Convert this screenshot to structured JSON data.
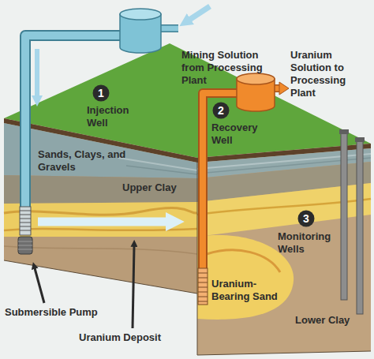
{
  "diagram": {
    "nodes": [
      {
        "text": [
          "1"
        ]
      },
      {
        "text": [
          "2"
        ]
      },
      {
        "text": [
          "3"
        ]
      }
    ],
    "labels": [
      "Mining Solution from Processing Plant",
      "Uranium Solution to Processing Plant",
      "Injection Well",
      "Recovery Well",
      "Sands, Clays, and Gravels",
      "Upper Clay",
      "Monitoring Wells",
      "Uranium-Bearing Sand",
      "Submersible Pump",
      "Uranium Deposit",
      "Lower Clay"
    ]
  }
}
